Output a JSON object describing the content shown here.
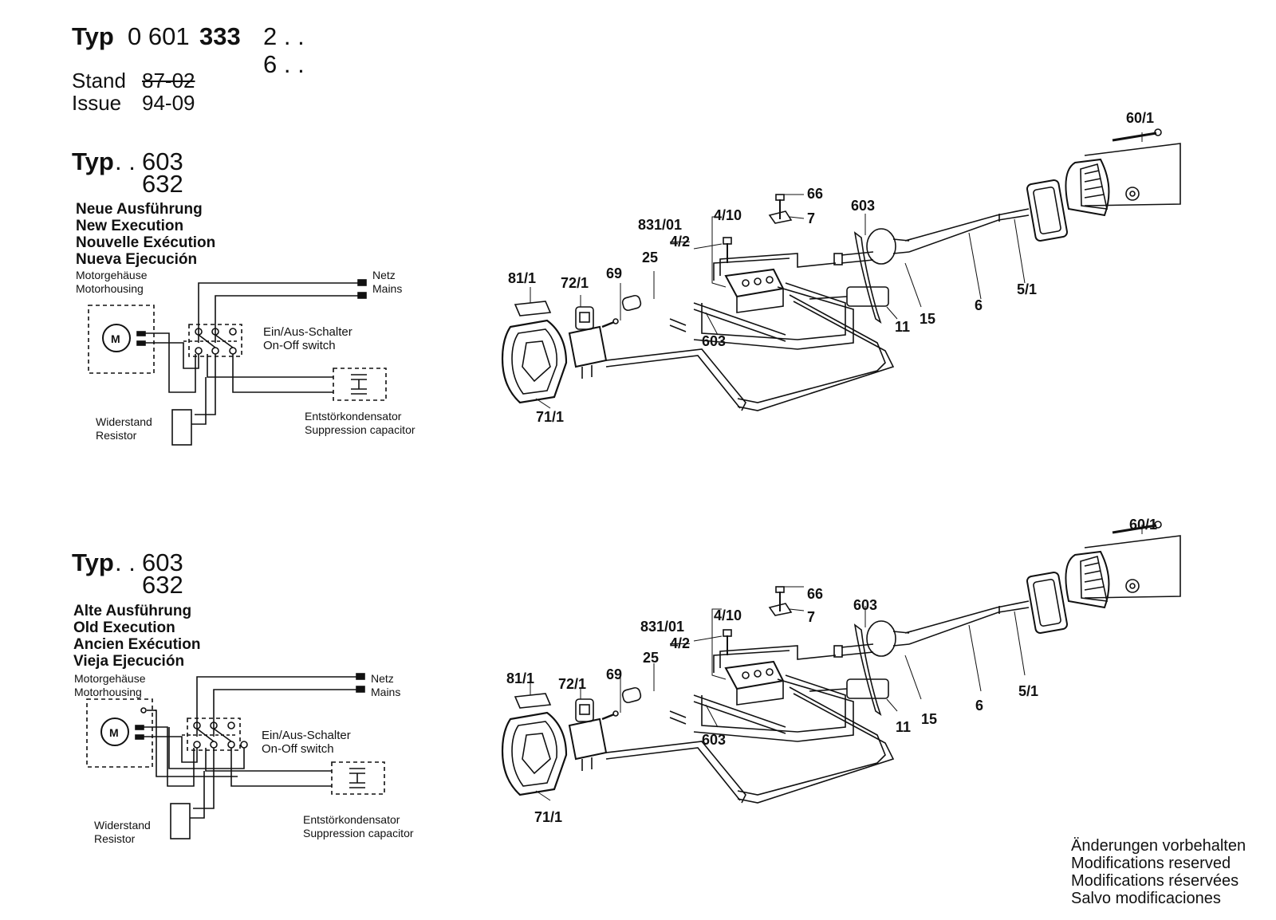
{
  "header": {
    "typ_label": "Typ",
    "number_prefix": "0 601",
    "number_bold": "333",
    "variant_1": "2 . .",
    "variant_2": "6 . .",
    "stand_label": "Stand",
    "stand_value": "87-02",
    "issue_label": "Issue",
    "issue_value": "94-09"
  },
  "sections": [
    {
      "typ_label": "Typ",
      "typ_dots": ". .",
      "typ_1": "603",
      "typ_2": "632",
      "execution": [
        "Neue Ausführung",
        "New Execution",
        "Nouvelle Exécution",
        "Nueva Ejecución"
      ],
      "schematic": {
        "motorhousing": [
          "Motorgehäuse",
          "Motorhousing"
        ],
        "motor": "M",
        "mains": [
          "Netz",
          "Mains"
        ],
        "switch": [
          "Ein/Aus-Schalter",
          "On-Off switch"
        ],
        "resistor": [
          "Widerstand",
          "Resistor"
        ],
        "capacitor": [
          "Entstörkondensator",
          "Suppression capacitor"
        ]
      },
      "callouts": {
        "c60_1": "60/1",
        "c66": "66",
        "c7": "7",
        "c4_10": "4/10",
        "c831_01": "831/01",
        "c4_2": "4/2",
        "c603_top": "603",
        "c25": "25",
        "c69": "69",
        "c72_1": "72/1",
        "c81_1": "81/1",
        "c603_bottom": "603",
        "c11": "11",
        "c15": "15",
        "c6": "6",
        "c5_1": "5/1",
        "c71_1": "71/1"
      }
    },
    {
      "typ_label": "Typ",
      "typ_dots": ". .",
      "typ_1": "603",
      "typ_2": "632",
      "execution": [
        "Alte Ausführung",
        "Old Execution",
        "Ancien Exécution",
        "Vieja Ejecución"
      ],
      "schematic": {
        "motorhousing": [
          "Motorgehäuse",
          "Motorhousing"
        ],
        "motor": "M",
        "mains": [
          "Netz",
          "Mains"
        ],
        "switch": [
          "Ein/Aus-Schalter",
          "On-Off switch"
        ],
        "resistor": [
          "Widerstand",
          "Resistor"
        ],
        "capacitor": [
          "Entstörkondensator",
          "Suppression capacitor"
        ]
      },
      "callouts": {
        "c60_1": "60/1",
        "c66": "66",
        "c7": "7",
        "c4_10": "4/10",
        "c831_01": "831/01",
        "c4_2": "4/2",
        "c603_top": "603",
        "c25": "25",
        "c69": "69",
        "c72_1": "72/1",
        "c81_1": "81/1",
        "c603_bottom": "603",
        "c11": "11",
        "c15": "15",
        "c6": "6",
        "c5_1": "5/1",
        "c71_1": "71/1"
      }
    }
  ],
  "footer": [
    "Änderungen vorbehalten",
    "Modifications reserved",
    "Modifications réservées",
    "Salvo modificaciones"
  ]
}
